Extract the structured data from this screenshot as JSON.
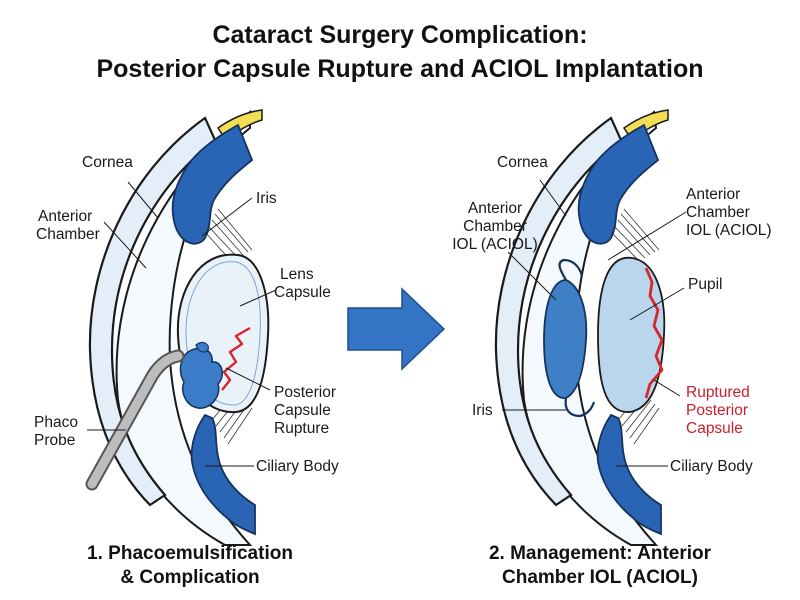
{
  "title": {
    "line1": "Cataract Surgery Complication:",
    "line2": "Posterior Capsule Rupture and ACIOL Implantation"
  },
  "left_panel": {
    "labels": {
      "cornea": "Cornea",
      "iris": "Iris",
      "anterior_chamber_1": "Anterior",
      "anterior_chamber_2": "Chamber",
      "lens_capsule_1": "Lens",
      "lens_capsule_2": "Capsule",
      "pcr_1": "Posterior",
      "pcr_2": "Capsule",
      "pcr_3": "Rupture",
      "phaco_1": "Phaco",
      "phaco_2": "Probe",
      "ciliary_body": "Ciliary Body"
    },
    "caption_1": "1. Phacoemulsification",
    "caption_2": "& Complication"
  },
  "right_panel": {
    "labels": {
      "cornea": "Cornea",
      "aciol_left_1": "Anterior",
      "aciol_left_2": "Chamber",
      "aciol_left_3": "IOL (ACIOL)",
      "aciol_right_1": "Anterior",
      "aciol_right_2": "Chamber",
      "aciol_right_3": "IOL (ACIOL)",
      "pupil": "Pupil",
      "iris": "Iris",
      "ruptured_1": "Ruptured",
      "ruptured_2": "Posterior",
      "ruptured_3": "Capsule",
      "ciliary_body": "Ciliary Body"
    },
    "caption_1": "2. Management:  Anterior",
    "caption_2": "Chamber IOL (ACIOL)"
  },
  "colors": {
    "uvea_blue": "#2a64b4",
    "cornea_fill": "#e3eef8",
    "lens_fill": "#e9f1f9",
    "iol_fill": "#b9d6ec",
    "aciol_blue": "#3f7fc6",
    "rupture_red": "#d8262c",
    "sclera_yellow": "#f1de54",
    "arrow_blue": "#3474c4"
  }
}
